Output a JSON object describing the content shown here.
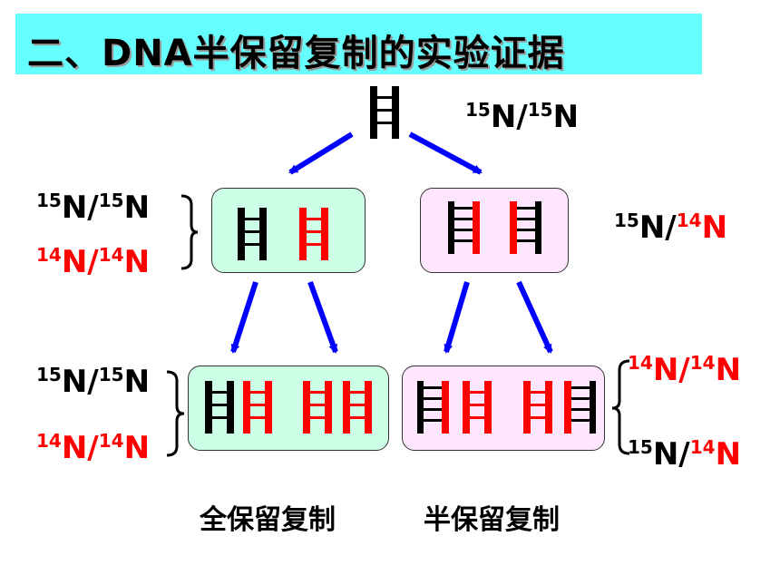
{
  "title": "二、DNA半保留复制的实验证据",
  "labels": {
    "top": {
      "m1": "15",
      "e1": "N/",
      "m2": "15",
      "e2": "N"
    },
    "gen1_left_top": {
      "m1": "15",
      "e1": "N/",
      "m2": "15",
      "e2": "N"
    },
    "gen1_left_bottom": {
      "m1": "14",
      "e1": "N/",
      "m2": "14",
      "e2": "N"
    },
    "gen1_right": {
      "m1": "15",
      "e1": "N/",
      "m2": "14",
      "e2": "N"
    },
    "gen2_left_top": {
      "m1": "15",
      "e1": "N/",
      "m2": "15",
      "e2": "N"
    },
    "gen2_left_bottom": {
      "m1": "14",
      "e1": "N/",
      "m2": "14",
      "e2": "N"
    },
    "gen2_right_top": {
      "m1": "14",
      "e1": "N/",
      "m2": "14",
      "e2": "N"
    },
    "gen2_right_bottom": {
      "m1": "15",
      "e1": "N/",
      "m2": "14",
      "e2": "N"
    }
  },
  "captions": {
    "conservative": "全保留复制",
    "semiconservative": "半保留复制"
  },
  "colors": {
    "title_bg": "#66ffff",
    "box_green": "#ccffe6",
    "box_pink": "#ffe6ff",
    "strand_15N": "#000000",
    "strand_14N": "#ff0000",
    "arrow": "#0000ff"
  }
}
